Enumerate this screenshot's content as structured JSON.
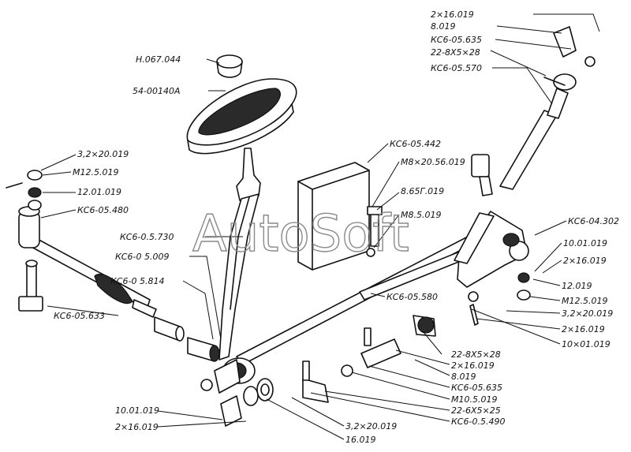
{
  "watermark": "AutoSoft",
  "callouts": [
    {
      "id": "c1",
      "text": "2×16.019"
    },
    {
      "id": "c2",
      "text": "8.019"
    },
    {
      "id": "c3",
      "text": "КС6-05.635"
    },
    {
      "id": "c4",
      "text": "22-8X5×28"
    },
    {
      "id": "c5",
      "text": "КС6-05.570"
    },
    {
      "id": "c6",
      "text": "Н.067.044"
    },
    {
      "id": "c7",
      "text": "54-00140А"
    },
    {
      "id": "c8",
      "text": "КС6-05.442"
    },
    {
      "id": "c9",
      "text": "М8×20.56.019"
    },
    {
      "id": "c10",
      "text": "8.65Г.019"
    },
    {
      "id": "c11",
      "text": "М8.5.019"
    },
    {
      "id": "c12",
      "text": "3,2×20.019"
    },
    {
      "id": "c13",
      "text": "М12.5.019"
    },
    {
      "id": "c14",
      "text": "12.01.019"
    },
    {
      "id": "c15",
      "text": "КС6-05.480"
    },
    {
      "id": "c16",
      "text": "КС6-0.5.730"
    },
    {
      "id": "c17",
      "text": "КС6-0 5.009"
    },
    {
      "id": "c18",
      "text": "КС6-0 5.814"
    },
    {
      "id": "c19",
      "text": "КС6-05.633"
    },
    {
      "id": "c20",
      "text": "КС6-04.302"
    },
    {
      "id": "c21",
      "text": "10.01.019"
    },
    {
      "id": "c22",
      "text": "2×16.019"
    },
    {
      "id": "c23",
      "text": "12.019"
    },
    {
      "id": "c24",
      "text": "М12.5.019"
    },
    {
      "id": "c25",
      "text": "3,2×20.019"
    },
    {
      "id": "c26",
      "text": "2×16.019"
    },
    {
      "id": "c27",
      "text": "10×01.019"
    },
    {
      "id": "c28",
      "text": "КС6-05.580"
    },
    {
      "id": "c29",
      "text": "22-8X5×28"
    },
    {
      "id": "c30",
      "text": "2×16.019"
    },
    {
      "id": "c31",
      "text": "8.019"
    },
    {
      "id": "c32",
      "text": "КС6-05.635"
    },
    {
      "id": "c33",
      "text": "М10.5.019"
    },
    {
      "id": "c34",
      "text": "22-6X5×25"
    },
    {
      "id": "c35",
      "text": "КС6-0.5.490"
    },
    {
      "id": "c36",
      "text": "10.01.019"
    },
    {
      "id": "c37",
      "text": "2×16.019"
    },
    {
      "id": "c38",
      "text": "3,2×20.019"
    },
    {
      "id": "c39",
      "text": "16.019"
    }
  ]
}
